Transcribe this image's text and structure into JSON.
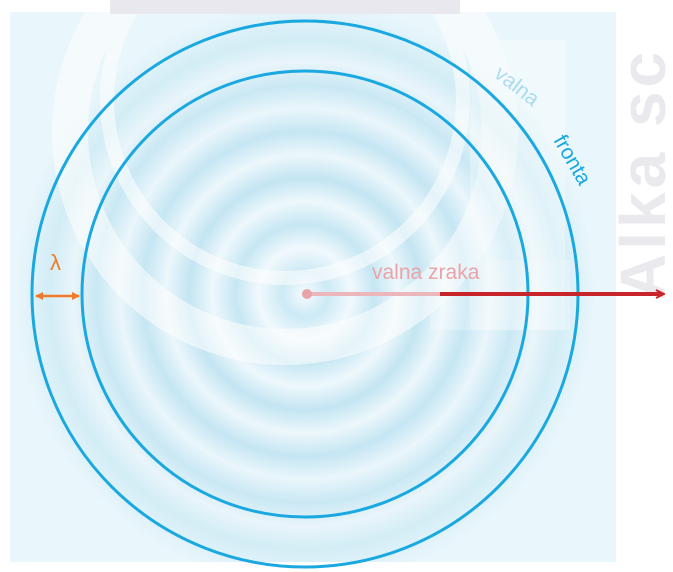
{
  "labels": {
    "wavelength_symbol": "λ",
    "ray": "valna zraka",
    "wavefront_word1": "valna",
    "wavefront_word2": "fronta",
    "watermark": "Alka sc"
  },
  "colors": {
    "wavefront": "#1aa8e0",
    "ray": "#c8242b",
    "wavelength": "#f07a2a",
    "label_blue": "#1aa8e0",
    "panel_bg": "#e8f6fb",
    "ripple": "#bfe4f1"
  },
  "icons": {
    "wavelength_marker": "double-headed-arrow",
    "ray_head": "arrow-right"
  }
}
